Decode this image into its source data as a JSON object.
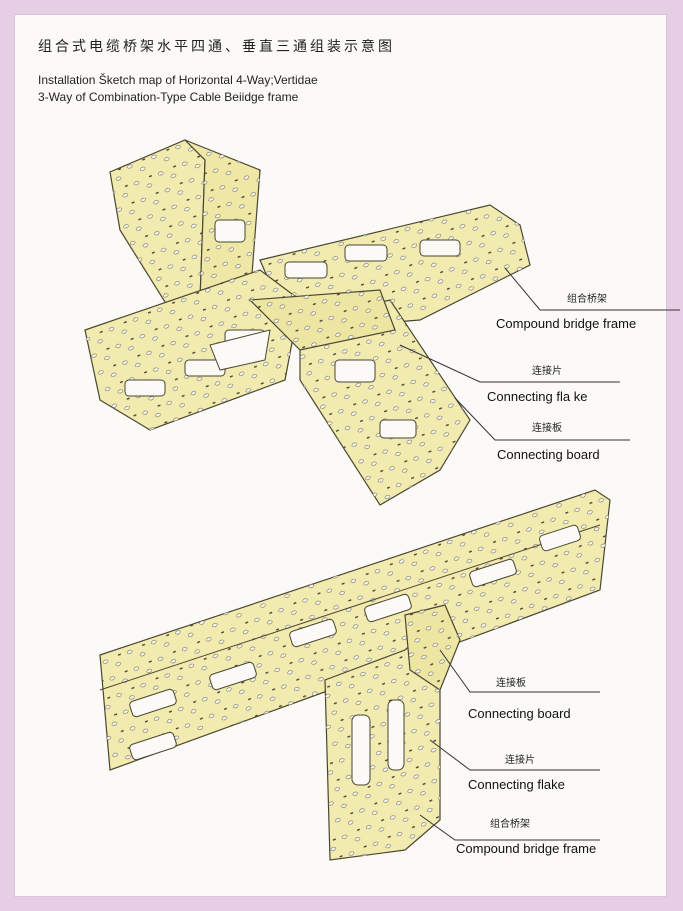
{
  "title": {
    "chinese": "组合式电缆桥架水平四通、垂直三通组装示意图",
    "english_line1": "Installation Šketch map of Horizontal 4-Way;Vertidae",
    "english_line2": "3-Way of Combination-Type Cable Beiidge frame"
  },
  "colors": {
    "frame_fill": "#f2ebb0",
    "frame_stroke": "#4a4632",
    "hole_fill": "#fbfaf6",
    "background_border": "#e6cfe5"
  },
  "figure1": {
    "labels": [
      {
        "cn": "组合桥架",
        "en": "Compound bridge frame"
      },
      {
        "cn": "连接片",
        "en": "Connecting fla ke"
      },
      {
        "cn": "连接板",
        "en": "Connecting board"
      }
    ]
  },
  "figure2": {
    "labels": [
      {
        "cn": "连接板",
        "en": "Connecting board"
      },
      {
        "cn": "连接片",
        "en": "Connecting flake"
      },
      {
        "cn": "组合桥架",
        "en": "Compound bridge frame"
      }
    ]
  }
}
